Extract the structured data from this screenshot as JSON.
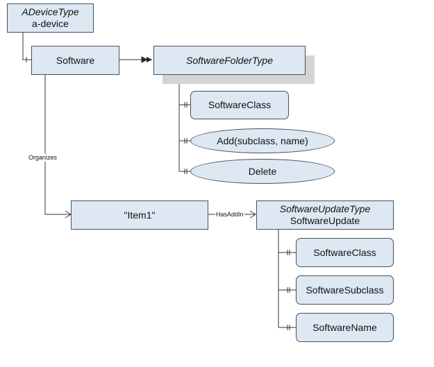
{
  "nodes": {
    "adevice": {
      "type_name": "ADeviceType",
      "browse_name": "a-device"
    },
    "software": {
      "label": "Software"
    },
    "folder_type": {
      "type_name": "SoftwareFolderType"
    },
    "folder_class": {
      "label": "SoftwareClass"
    },
    "add_method": {
      "label": "Add(subclass, name)"
    },
    "delete_method": {
      "label": "Delete"
    },
    "item1": {
      "label": "\"Item1\""
    },
    "update": {
      "type_name": "SoftwareUpdateType",
      "browse_name": "SoftwareUpdate"
    },
    "update_class": {
      "label": "SoftwareClass"
    },
    "update_subclass": {
      "label": "SoftwareSubclass"
    },
    "update_name": {
      "label": "SoftwareName"
    }
  },
  "edges": {
    "organizes": "Organizes",
    "has_add_in": "HasAddIn"
  },
  "colors": {
    "node_fill": "#dde8f3",
    "node_border": "#46505c",
    "line": "#333333",
    "shadow": "#d4d4d4"
  }
}
